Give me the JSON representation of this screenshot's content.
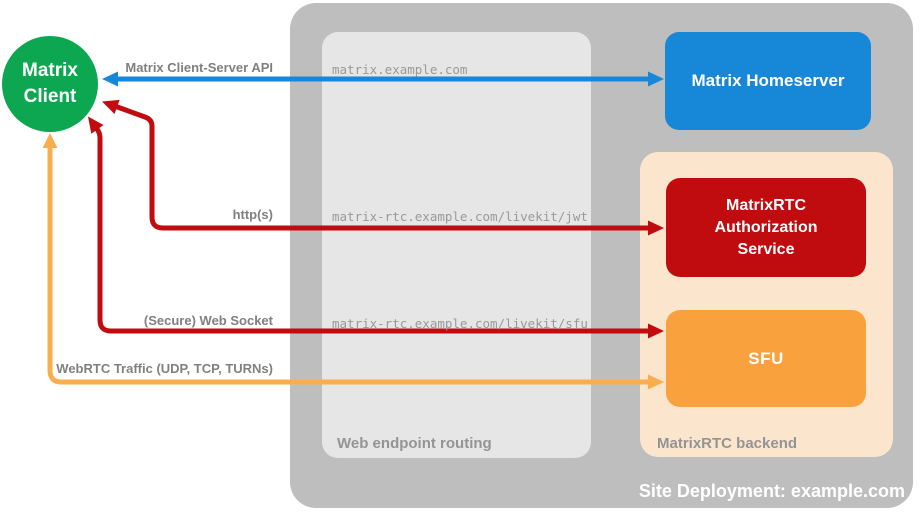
{
  "colors": {
    "green": "#0ca750",
    "blue": "#1787d8",
    "red": "#c00b0f",
    "orange": "#f9a13c",
    "orange-light": "#f9ad4d",
    "peach": "#fce5cd",
    "gray-outer": "#bebebe",
    "gray-inner": "#e6e6e6",
    "text-gray": "#808080",
    "url-gray": "#999999",
    "white": "#ffffff"
  },
  "nodes": {
    "matrix_client": {
      "label": "Matrix\nClient",
      "shape": "circle",
      "color": "green"
    },
    "matrix_homeserver": {
      "label": "Matrix Homeserver",
      "shape": "rounded-rect",
      "color": "blue"
    },
    "auth_service": {
      "label": "MatrixRTC\nAuthorization\nService",
      "shape": "rounded-rect",
      "color": "red"
    },
    "sfu": {
      "label": "SFU",
      "shape": "rounded-rect",
      "color": "orange"
    }
  },
  "containers": {
    "site_deployment": {
      "label": "Site Deployment: example.com"
    },
    "web_endpoint_routing": {
      "label": "Web endpoint routing"
    },
    "matrixrtc_backend": {
      "label": "MatrixRTC backend"
    }
  },
  "connections": {
    "client_server_api": {
      "label": "Matrix Client-Server API",
      "route": "matrix.example.com",
      "from": "Matrix Client",
      "to": "Matrix Homeserver",
      "color": "blue",
      "bidirectional": true
    },
    "https": {
      "label": "http(s)",
      "route": "matrix-rtc.example.com/livekit/jwt",
      "from": "Matrix Client",
      "to": "MatrixRTC Authorization Service",
      "color": "red",
      "bidirectional": true
    },
    "websocket": {
      "label": "(Secure) Web Socket",
      "route": "matrix-rtc.example.com/livekit/sfu",
      "from": "Matrix Client",
      "to": "SFU",
      "color": "red",
      "bidirectional": true
    },
    "webrtc": {
      "label": "WebRTC Traffic (UDP, TCP, TURNs)",
      "from": "Matrix Client",
      "to": "SFU",
      "color": "orange",
      "bidirectional": true
    }
  }
}
